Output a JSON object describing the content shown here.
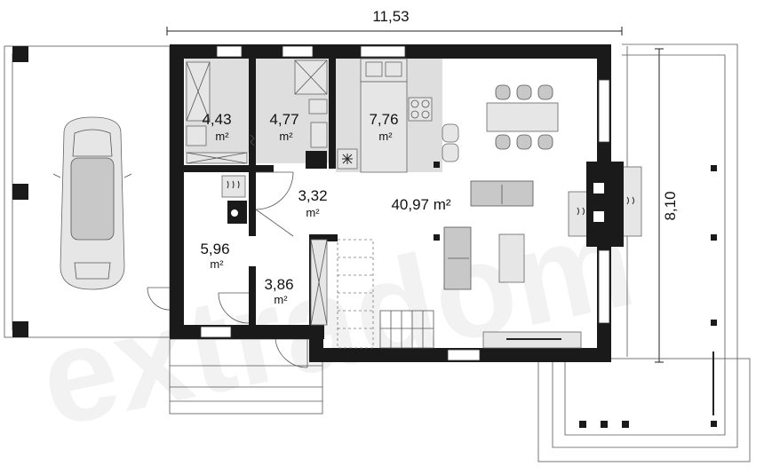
{
  "plan": {
    "dimension_width": "11,53",
    "dimension_depth": "8,10",
    "watermark": "extradom",
    "rooms": [
      {
        "id": "laundry",
        "area": "4,43",
        "unit": "m²"
      },
      {
        "id": "bathroom",
        "area": "4,77",
        "unit": "m²"
      },
      {
        "id": "kitchen",
        "area": "7,76",
        "unit": "m²"
      },
      {
        "id": "hall",
        "area": "3,32",
        "unit": "m²"
      },
      {
        "id": "living",
        "area": "40,97 m²",
        "unit": ""
      },
      {
        "id": "boiler",
        "area": "5,96",
        "unit": "m²"
      },
      {
        "id": "vestibule",
        "area": "3,86",
        "unit": "m²"
      }
    ]
  }
}
